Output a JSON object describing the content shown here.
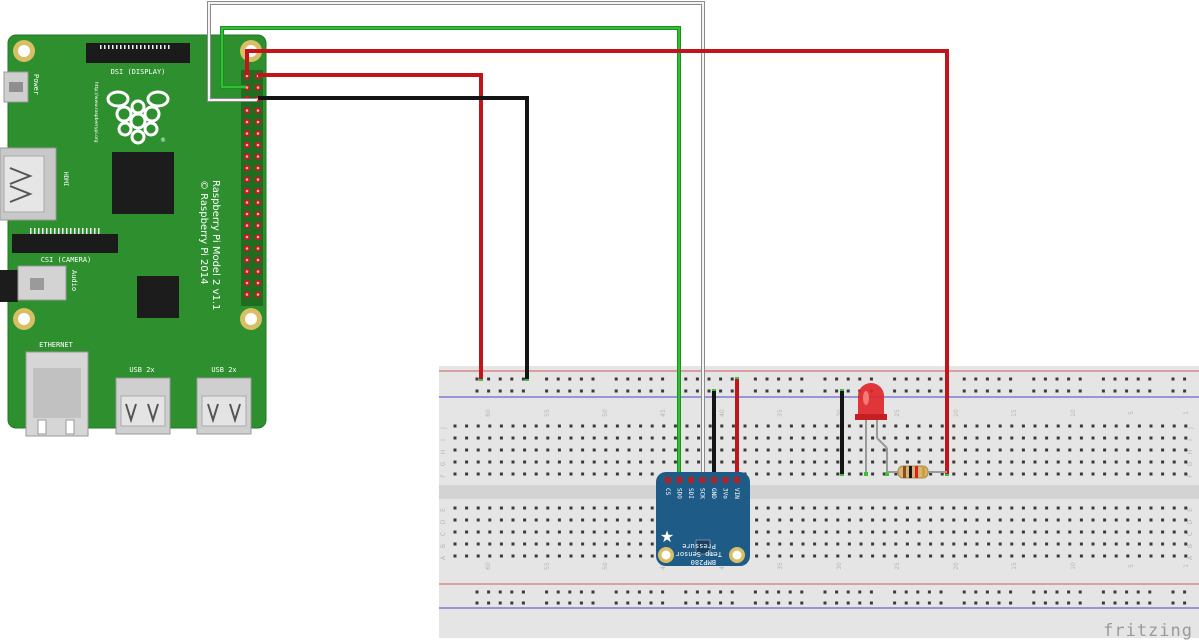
{
  "board": {
    "power_label": "Power",
    "dsi_label": "DSI (DISPLAY)",
    "hdmi_label": "HDMI",
    "csi_label": "CSI (CAMERA)",
    "audio_label": "Audio",
    "ethernet_label": "ETHERNET",
    "usb_label_1": "USB 2x",
    "usb_label_2": "USB 2x",
    "model_line_1": "Raspberry Pi Model 2 v1.1",
    "model_line_2": "© Raspberry Pi 2014",
    "url_text": "http://www.raspberrypi.org"
  },
  "breadboard": {
    "column_numbers": [
      "60",
      "55",
      "50",
      "45",
      "40",
      "35",
      "30",
      "25",
      "20",
      "15",
      "10",
      "5",
      "1"
    ],
    "row_letters_top": [
      "J",
      "I",
      "H",
      "G",
      "F"
    ],
    "row_letters_bottom": [
      "E",
      "D",
      "C",
      "B",
      "A"
    ]
  },
  "sensor": {
    "pins": [
      "CS",
      "SDO",
      "SDI",
      "SCK",
      "GND",
      "3Vo",
      "VIN"
    ],
    "name": "BMP280",
    "line1": "Pressure",
    "line2": "Temp Sensor"
  },
  "colors": {
    "board_green": "#2e8f2e",
    "wire_red": "#c1141b",
    "wire_green": "#2fc133",
    "wire_black": "#141414",
    "wire_white": "#d9d9d9",
    "sensor_blue": "#1e5b86",
    "led_red": "#e0262a"
  },
  "watermark": "fritzing"
}
